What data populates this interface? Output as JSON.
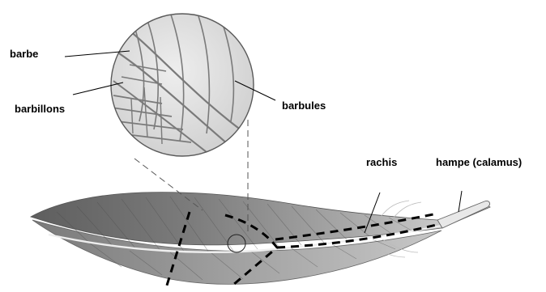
{
  "labels": {
    "barbe": "barbe",
    "barbillons": "barbillons",
    "barbules": "barbules",
    "rachis": "rachis",
    "hampe": "hampe (calamus)"
  },
  "colors": {
    "background": "#ffffff",
    "feather_dark": "#6f6f6f",
    "feather_mid": "#9a9a9a",
    "feather_light": "#d2d2d2",
    "magnifier_fill": "#e6e6e6",
    "line": "#000000"
  }
}
